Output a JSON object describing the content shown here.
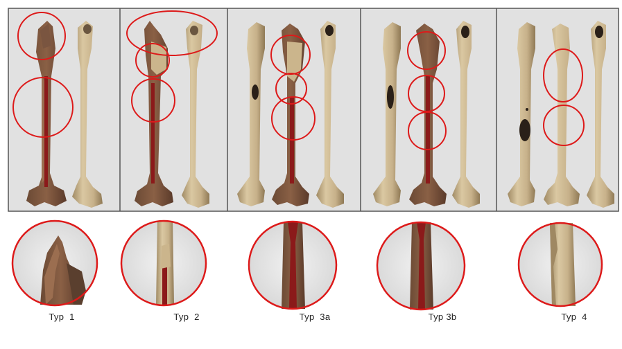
{
  "figure": {
    "types": [
      {
        "label": "Typ  1"
      },
      {
        "label": "Typ  2"
      },
      {
        "label": "Typ  3a"
      },
      {
        "label": "Typ 3b"
      },
      {
        "label": "Typ  4"
      }
    ]
  },
  "colors": {
    "panel_background": "#e1e1e1",
    "panel_border": "#555555",
    "bone": "#c9b48e",
    "bone_shadow": "#9f8862",
    "cortex_cut": "#5a3a2a",
    "marrow_red": "#8b1a1a",
    "marker_red": "#dd1a1a"
  }
}
